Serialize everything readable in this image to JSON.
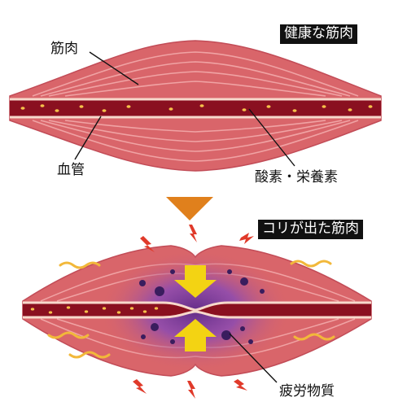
{
  "panels": {
    "healthy": {
      "title": "健康な筋肉",
      "label_muscle": "筋肉",
      "label_vessel": "血管",
      "label_nutrients": "酸素・栄養素"
    },
    "stiff": {
      "title": "コリが出た筋肉",
      "label_fatigue": "疲労物質"
    }
  },
  "colors": {
    "muscle": "#d9656a",
    "muscle_dark": "#c24c57",
    "muscle_light": "#f0a3a4",
    "vessel": "#8a1020",
    "vessel_edge": "#f7d9cc",
    "nutrient": "#f5c04a",
    "arrow_down": "#e0801c",
    "squeeze_arrow": "#f3d313",
    "purple": "#7b3a9a",
    "fatigue": "#3a1d5e",
    "lightning": "#e03a2a",
    "squiggle": "#f2b83a"
  },
  "icons": [
    "lightning-icon",
    "squiggle-icon",
    "fatigue-particle-icon",
    "down-arrow-icon"
  ]
}
